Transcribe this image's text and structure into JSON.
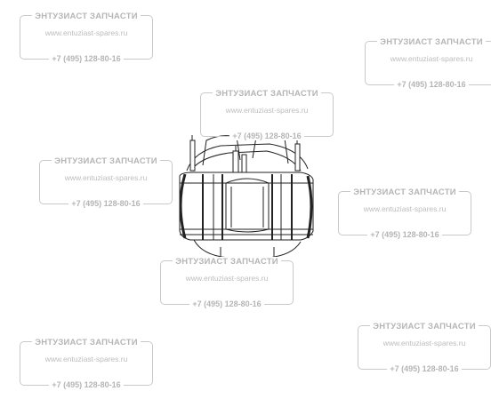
{
  "watermark": {
    "title": "ЭНТУЗИАСТ ЗАПЧАСТИ",
    "url": "www.entuziast-spares.ru",
    "phone": "+7 (495) 128-80-16"
  },
  "product_image": {
    "icon": "stator-part-icon"
  }
}
